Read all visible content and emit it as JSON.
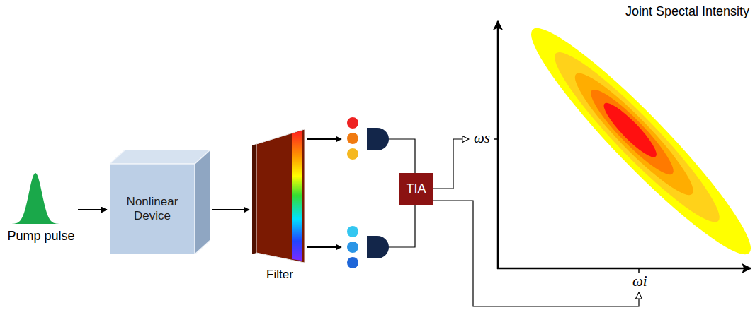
{
  "diagram": {
    "title": "Joint Spectal Intensity",
    "nodes": [
      {
        "text": [
          "Pump pulse"
        ]
      },
      {
        "text": [
          "Nonlinear Device"
        ]
      },
      {
        "text": [
          "Filter"
        ]
      },
      {
        "text": [
          "TIA"
        ]
      }
    ],
    "edges": [
      {
        "from": 0,
        "to": 1,
        "arrow": "to"
      },
      {
        "from": 1,
        "to": 2,
        "arrow": "to"
      }
    ],
    "labels": [
      "ωs",
      "ωi"
    ]
  }
}
